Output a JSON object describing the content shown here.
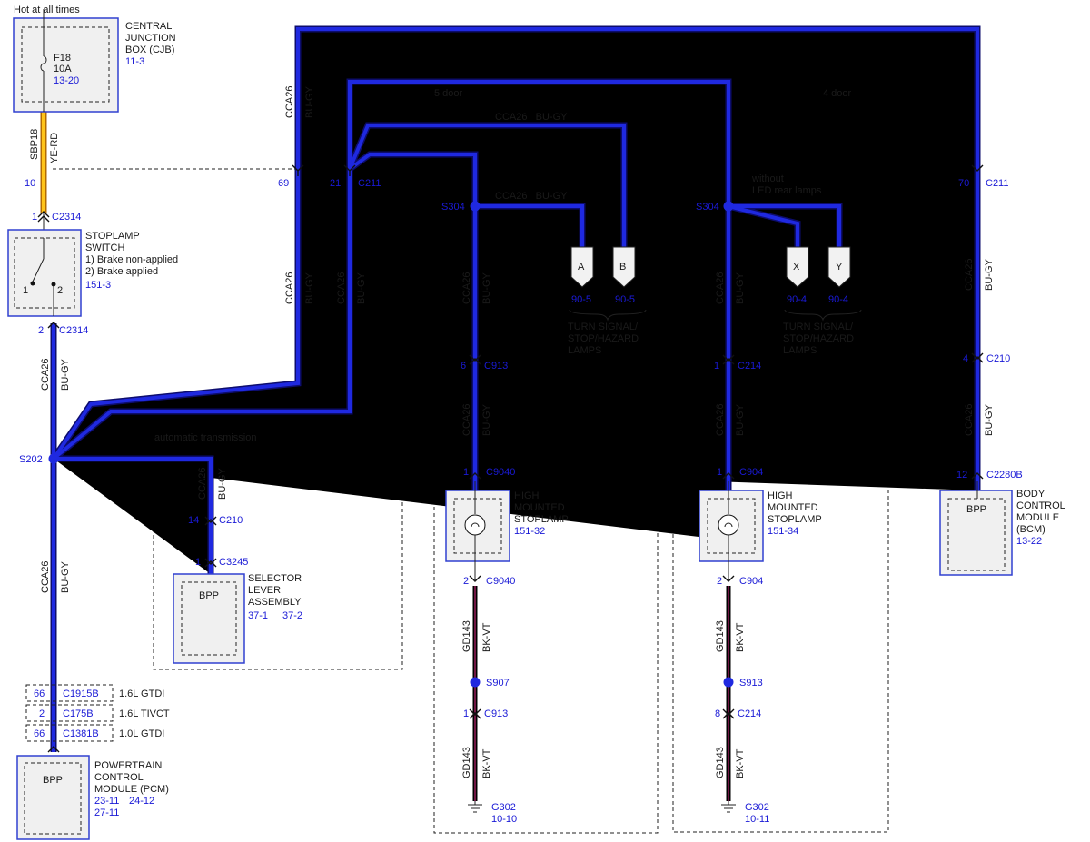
{
  "header": {
    "hot_label": "Hot at all times"
  },
  "cjb": {
    "title_lines": [
      "CENTRAL",
      "JUNCTION",
      "BOX (CJB)"
    ],
    "ref": "11-3",
    "fuse": "F18",
    "amp": "10A",
    "fuse_ref": "13-20"
  },
  "feed_wire": {
    "circuit": "SBP18",
    "color": "YE-RD",
    "pin": "10"
  },
  "stoplamp_switch": {
    "title_lines": [
      "STOPLAMP",
      "SWITCH",
      "1) Brake non-applied",
      "2) Brake applied"
    ],
    "ref": "151-3",
    "pin_a": "1",
    "pin_b": "2",
    "conn_in_pin": "1",
    "conn_in": "C2314",
    "conn_out_pin": "2",
    "conn_out": "C2314"
  },
  "wire": {
    "circuit": "CCA26",
    "color": "BU-GY",
    "circuit_color": "CCA26   BU-GY"
  },
  "ground_wire": {
    "circuit": "GD143",
    "color": "BK-VT"
  },
  "splices": {
    "s202": "S202",
    "s304": "S304",
    "s907": "S907",
    "s913": "S913"
  },
  "c211": {
    "pin_a": "69",
    "pin_b": "21",
    "name": "C211",
    "pin_c": "70"
  },
  "auto_trans": {
    "label": "automatic transmission",
    "c210_pin": "14",
    "c210": "C210",
    "c3245_pin": "1",
    "c3245": "C3245",
    "bpp": "BPP",
    "title_lines": [
      "SELECTOR",
      "LEVER",
      "ASSEMBLY"
    ],
    "ref_a": "37-1",
    "ref_b": "37-2"
  },
  "five_door": {
    "label": "5 door",
    "term_a": "A",
    "term_b": "B",
    "ref_a": "90-5",
    "ref_b": "90-5",
    "lamps_lines": [
      "TURN SIGNAL/",
      "STOP/HAZARD",
      "LAMPS"
    ],
    "c913_pin": "6",
    "c913": "C913",
    "c9040_top_pin": "1",
    "c9040": "C9040",
    "hms_lines": [
      "HIGH",
      "MOUNTED",
      "STOPLAMP"
    ],
    "hms_ref": "151-32",
    "c9040_bot_pin": "2",
    "c913_bot_pin": "1",
    "ground": "G302",
    "ground_ref": "10-10"
  },
  "four_door": {
    "label": "4 door",
    "without_lines": [
      "without",
      "LED rear lamps"
    ],
    "term_x": "X",
    "term_y": "Y",
    "ref_x": "90-4",
    "ref_y": "90-4",
    "lamps_lines": [
      "TURN SIGNAL/",
      "STOP/HAZARD",
      "LAMPS"
    ],
    "c214_pin": "1",
    "c214": "C214",
    "c904_top_pin": "1",
    "c904": "C904",
    "hms_lines": [
      "HIGH",
      "MOUNTED",
      "STOPLAMP"
    ],
    "hms_ref": "151-34",
    "c904_bot_pin": "2",
    "c214_bot_pin": "8",
    "ground": "G302",
    "ground_ref": "10-11"
  },
  "bcm": {
    "c210_pin": "4",
    "c210": "C210",
    "c2280b_pin": "12",
    "c2280b": "C2280B",
    "bpp": "BPP",
    "title_lines": [
      "BODY",
      "CONTROL",
      "MODULE",
      "(BCM)"
    ],
    "ref": "13-22"
  },
  "pcm": {
    "variants": [
      {
        "pin": "66",
        "conn": "C1915B",
        "engine": "1.6L GTDI"
      },
      {
        "pin": "2",
        "conn": "C175B",
        "engine": "1.6L TIVCT"
      },
      {
        "pin": "66",
        "conn": "C1381B",
        "engine": "1.0L GTDI"
      }
    ],
    "bpp": "BPP",
    "title_lines": [
      "POWERTRAIN",
      "CONTROL",
      "MODULE (PCM)"
    ],
    "ref_a": "23-11",
    "ref_b": "24-12",
    "ref_c": "27-11"
  },
  "colors": {
    "wire_blue": "#1f29e0",
    "wire_yellow": "#ffc419",
    "wire_black": "#000000",
    "ref_text": "#1a1ad6"
  }
}
